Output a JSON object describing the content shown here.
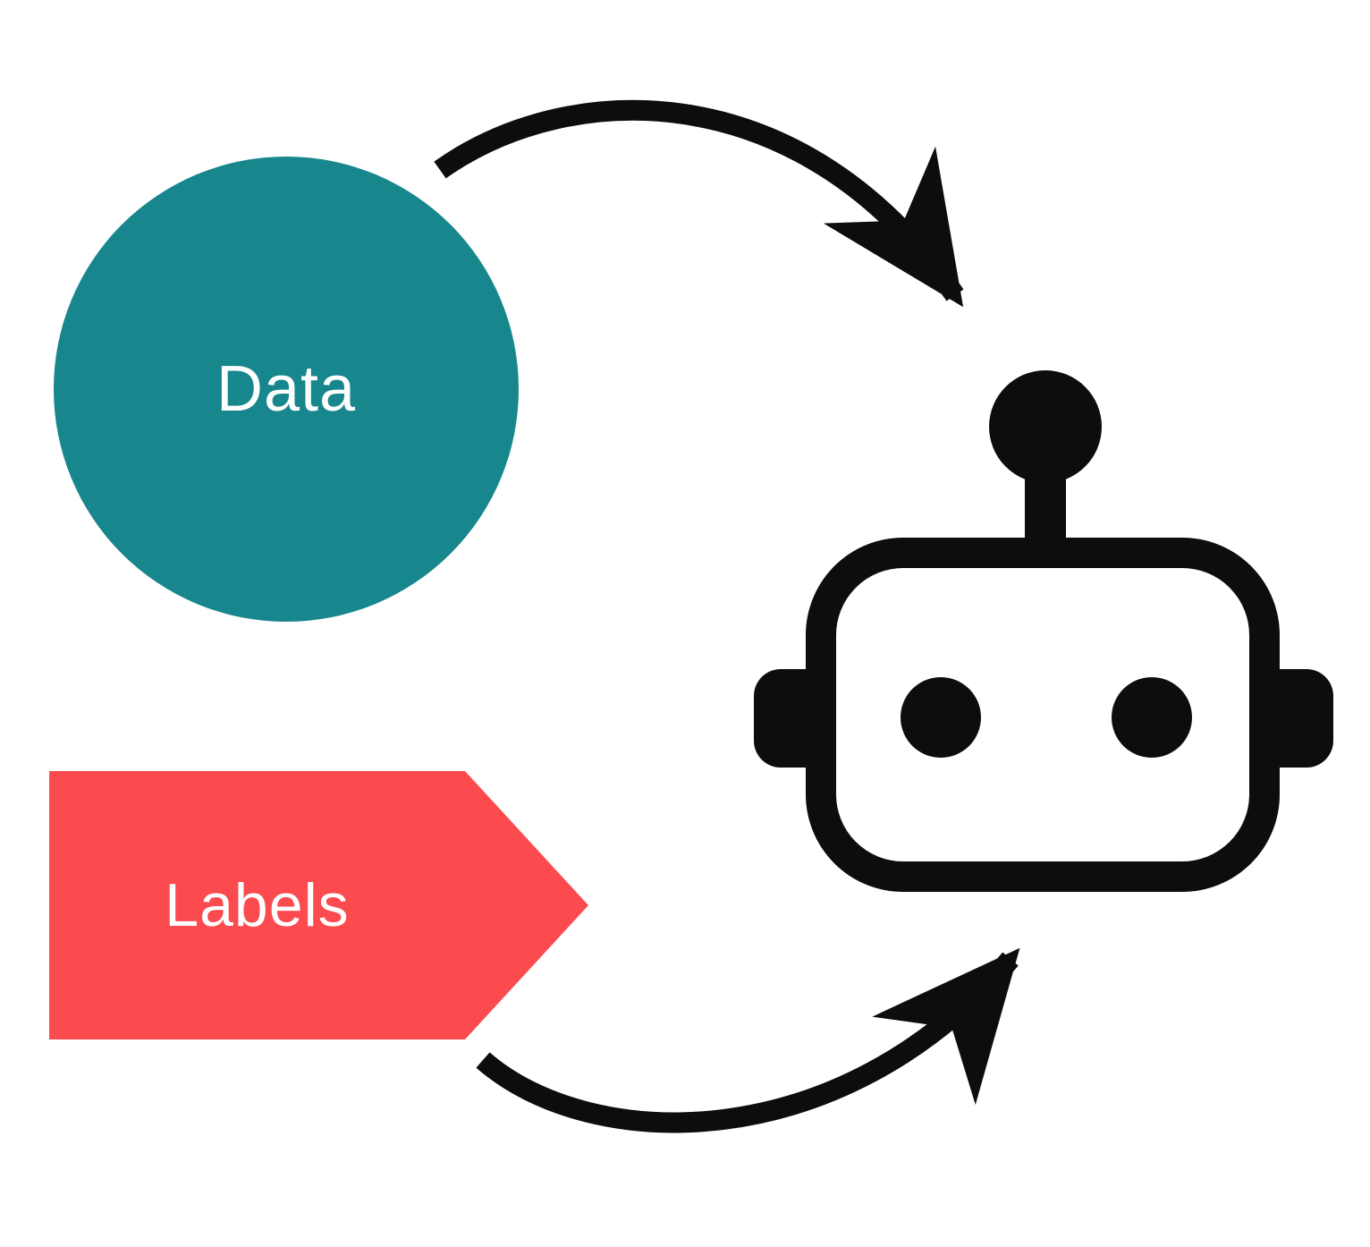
{
  "diagram": {
    "background_color": "#ffffff",
    "ink_color": "#0d0d0d",
    "nodes": {
      "data": {
        "label": "Data",
        "shape": "circle",
        "fill": "#17868D",
        "text_color": "#ffffff"
      },
      "labels": {
        "label": "Labels",
        "shape": "arrow-pennant",
        "fill": "#FB4B4F",
        "text_color": "#ffffff"
      },
      "model": {
        "shape": "robot-icon",
        "fill": "#0d0d0d",
        "face_fill": "#ffffff"
      }
    },
    "edges": [
      {
        "from": "data",
        "to": "model",
        "style": "curved-arrow"
      },
      {
        "from": "labels",
        "to": "model",
        "style": "curved-arrow"
      }
    ]
  }
}
